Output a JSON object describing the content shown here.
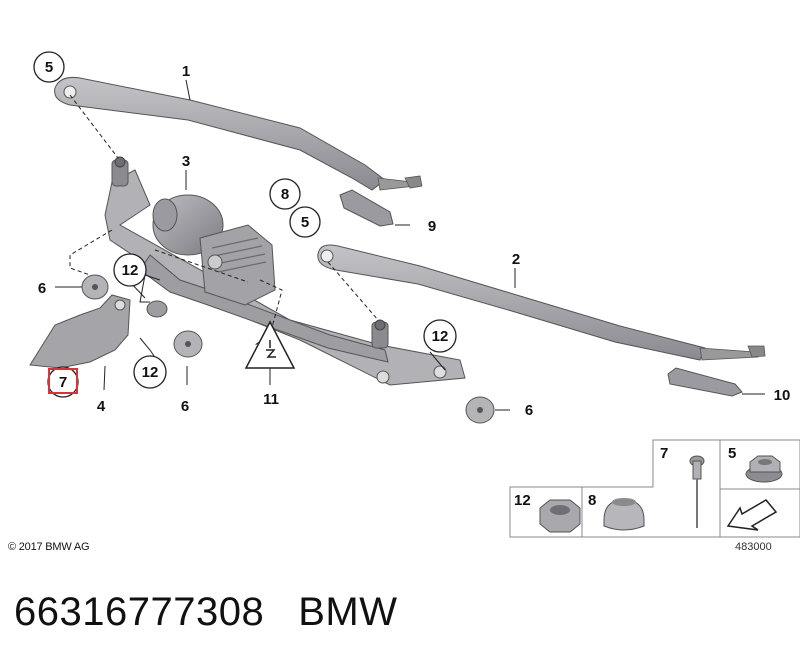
{
  "labels": {
    "c1": "1",
    "c2": "2",
    "c3": "3",
    "c4": "4",
    "c5a": "5",
    "c5b": "5",
    "c6a": "6",
    "c6b": "6",
    "c6c": "6",
    "c7": "7",
    "c8": "8",
    "c9": "9",
    "c10": "10",
    "c11": "11",
    "c12a": "12",
    "c12b": "12",
    "c12c": "12"
  },
  "legend": {
    "item7": "7",
    "item5": "5",
    "item12": "12",
    "item8": "8"
  },
  "copyright": "© 2017 BMW AG",
  "ref_code": "483000",
  "caption": {
    "part_number": "66316777308",
    "brand": "BMW"
  },
  "colors": {
    "part": "#a9a9ae",
    "part_dark": "#6b6b70",
    "line": "#222222",
    "highlight": "#d9333a"
  }
}
